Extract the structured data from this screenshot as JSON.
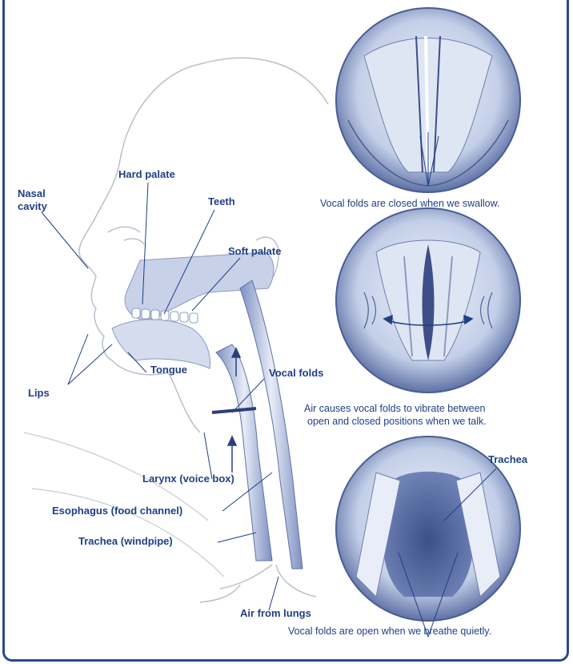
{
  "colors": {
    "frame": "#2b4a8b",
    "label": "#1f3f86",
    "illustration_dark": "#4a5d93",
    "illustration_mid": "#9fb0d6",
    "illustration_light": "#dfe6f3"
  },
  "labels": {
    "hard_palate": "Hard palate",
    "nasal_cavity_line1": "Nasal",
    "nasal_cavity_line2": "cavity",
    "teeth": "Teeth",
    "soft_palate": "Soft palate",
    "tongue": "Tongue",
    "lips": "Lips",
    "vocal_folds": "Vocal folds",
    "larynx": "Larynx (voice box)",
    "esophagus": "Esophagus (food channel)",
    "trachea_windpipe": "Trachea (windpipe)",
    "air_from_lungs": "Air from lungs",
    "trachea": "Trachea"
  },
  "captions": {
    "swallow": "Vocal folds are closed when we swallow.",
    "talk_line1": "Air causes vocal folds to vibrate between",
    "talk_line2": "open and closed positions when we talk.",
    "breathe": "Vocal folds are open when we breathe quietly."
  }
}
